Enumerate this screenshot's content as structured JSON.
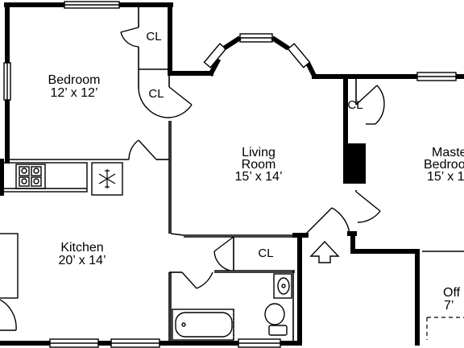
{
  "rooms": {
    "bedroom": {
      "name": "Bedroom",
      "dims": "12’ x 12’"
    },
    "living": {
      "name_line1": "Living",
      "name_line2": "Room",
      "dims": "15’ x 14’"
    },
    "master_bedroom": {
      "name_line1": "Master",
      "name_line2": "Bedroom",
      "dims": "15’ x 1"
    },
    "kitchen": {
      "name": "Kitchen",
      "dims": "20’ x 14’"
    },
    "office": {
      "name": "Off",
      "dims": "7’"
    }
  },
  "closets": {
    "bedroom_upper": "CL",
    "bedroom_lower": "CL",
    "master": "CL",
    "hall": "CL"
  },
  "colors": {
    "wall": "#000000",
    "fixture": "#000000",
    "background": "#ffffff"
  },
  "icons": [
    "snowflake-icon",
    "stove-icon",
    "entry-arrow-icon",
    "toilet-icon",
    "sink-icon",
    "bathtub-icon"
  ]
}
